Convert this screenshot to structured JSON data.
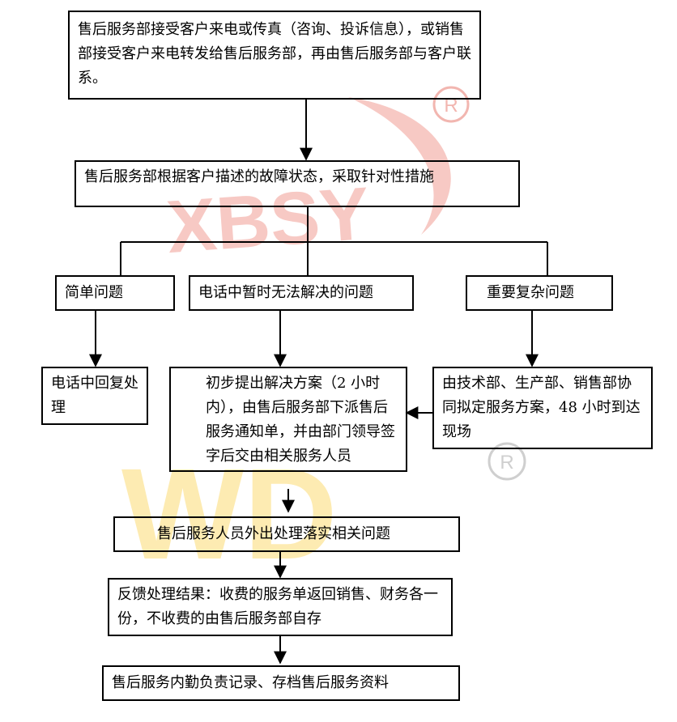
{
  "watermark": {
    "logo_text": "XBSY",
    "logo_text_2": "WD",
    "registered_mark": "®",
    "colors": {
      "red": "#f7c9c4",
      "red_mark": "#f2b6b0",
      "yellow": "#fdebb2",
      "gray_mark": "#cfcfcf"
    }
  },
  "flow": {
    "step1": "售后服务部接受客户来电或传真（咨询、投诉信息），或销售部接受客户来电转发给售后服务部，再由售后服务部与客户联系。",
    "step2": "售后服务部根据客户描述的故障状态，采取针对性措施",
    "branch_simple": "简单问题",
    "branch_phone_unresolved": "电话中暂时无法解决的问题",
    "branch_complex": "重要复杂问题",
    "simple_result": "电话中回复处理",
    "phone_result": "初步提出解决方案（2 小时内），由售后服务部下派售后服务通知单，并由部门领导签字后交由相关服务人员",
    "complex_result": "由技术部、生产部、销售部协同拟定服务方案，48 小时到达现场",
    "step_onsite": "售后服务人员外出处理落实相关问题",
    "step_feedback": "反馈处理结果：收费的服务单返回销售、财务各一份，不收费的由售后服务部自存",
    "step_record": "售后服务内勤负责记录、存档售后服务资料"
  }
}
